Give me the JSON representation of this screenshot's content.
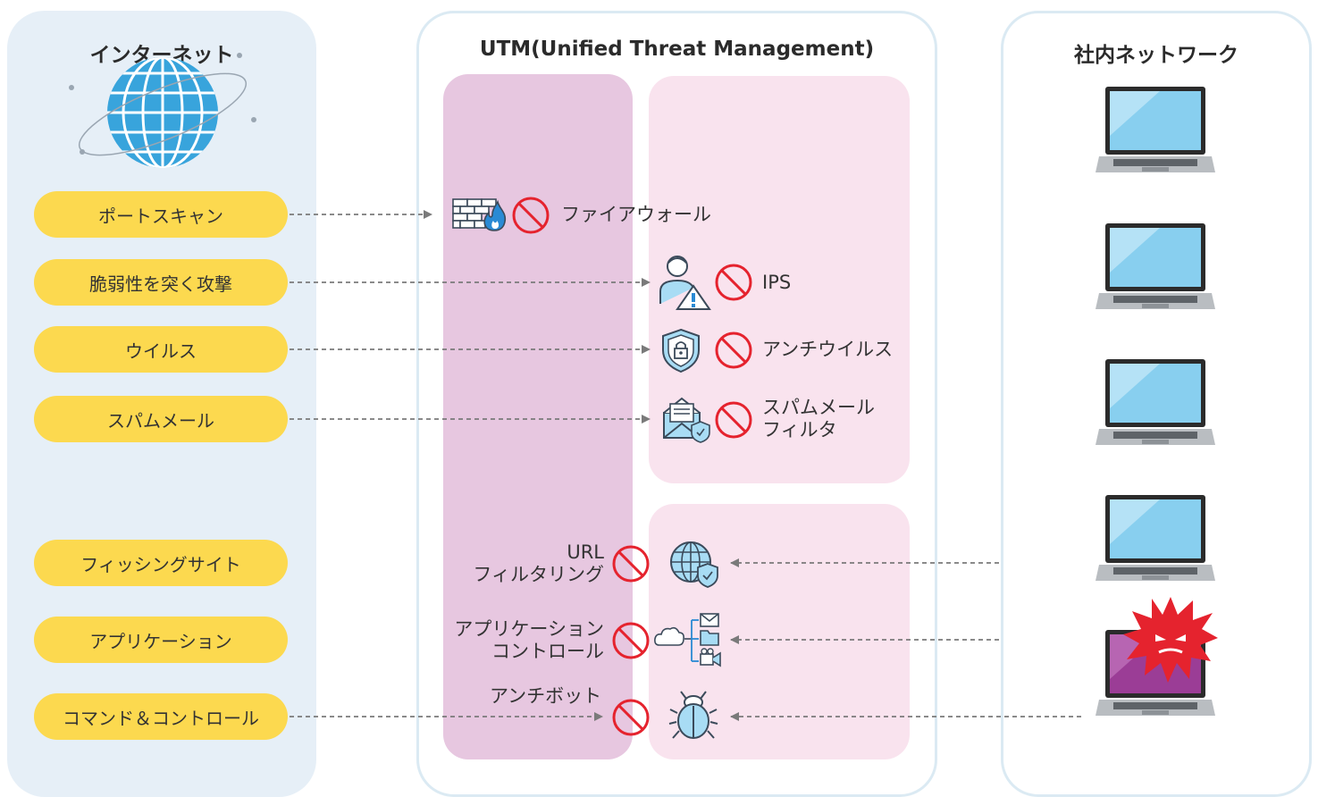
{
  "panels": {
    "internet": {
      "title": "インターネット"
    },
    "utm": {
      "title": "UTM(Unified Threat Management)"
    },
    "lan": {
      "title": "社内ネットワーク"
    }
  },
  "threats": [
    "ポートスキャン",
    "脆弱性を突く攻撃",
    "ウイルス",
    "スパムメール",
    "フィッシングサイト",
    "アプリケーション",
    "コマンド＆コントロール"
  ],
  "functions": {
    "firewall": "ファイアウォール",
    "ips": "IPS",
    "antivirus": "アンチウイルス",
    "spam_filter": {
      "line1": "スパムメール",
      "line2": "フィルタ"
    },
    "url_filter": {
      "line1": "URL",
      "line2": "フィルタリング"
    },
    "app_control": {
      "line1": "アプリケーション",
      "line2": "コントロール"
    },
    "antibot": "アンチボット"
  },
  "colors": {
    "threat_pill": "#fcd94f",
    "firewall_zone": "#e7c7e0",
    "inspection_zone": "#f9e3ee",
    "block_symbol": "#e5232e",
    "internet_panel": "#e6eff7",
    "infected_pc": "#9b3d96",
    "malware_burst": "#e5232e"
  },
  "icons": {
    "globe": "globe-icon",
    "firewall": "brick-wall-fire-icon",
    "ips": "user-alert-icon",
    "antivirus": "shield-lock-icon",
    "spam": "mail-shield-icon",
    "url": "globe-shield-icon",
    "app": "cloud-app-icon",
    "bot": "bug-icon",
    "block": "prohibited-icon",
    "laptop": "laptop-icon",
    "malware": "malware-burst-icon"
  }
}
